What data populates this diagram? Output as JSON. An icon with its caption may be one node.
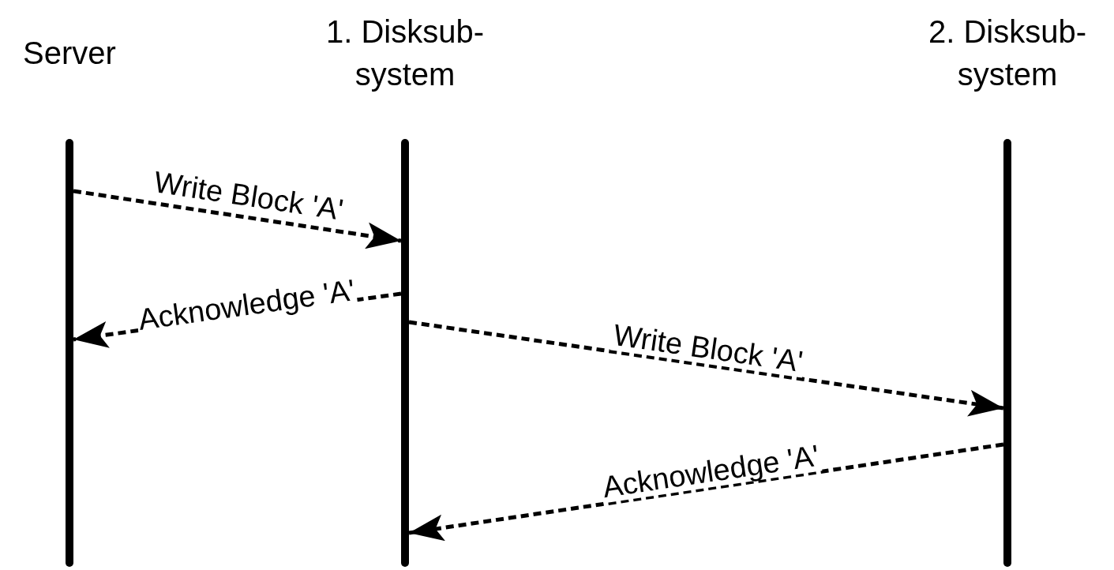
{
  "diagram": {
    "nodes": [
      {
        "text": [
          "Server"
        ]
      },
      {
        "text": [
          "1. Disksub- system"
        ]
      },
      {
        "text": [
          "2. Disksub- system"
        ]
      }
    ],
    "edges": [
      {
        "from": 0,
        "to": 1,
        "arrow": "to",
        "label": "Write Block 'A'",
        "style": "dashed"
      },
      {
        "from": 1,
        "to": 0,
        "arrow": "to",
        "label": "Acknowledge 'A'",
        "style": "dashed"
      },
      {
        "from": 1,
        "to": 2,
        "arrow": "to",
        "label": "Write Block 'A'",
        "style": "dashed"
      },
      {
        "from": 2,
        "to": 1,
        "arrow": "to",
        "label": "Acknowledge 'A'",
        "style": "dashed"
      }
    ]
  }
}
